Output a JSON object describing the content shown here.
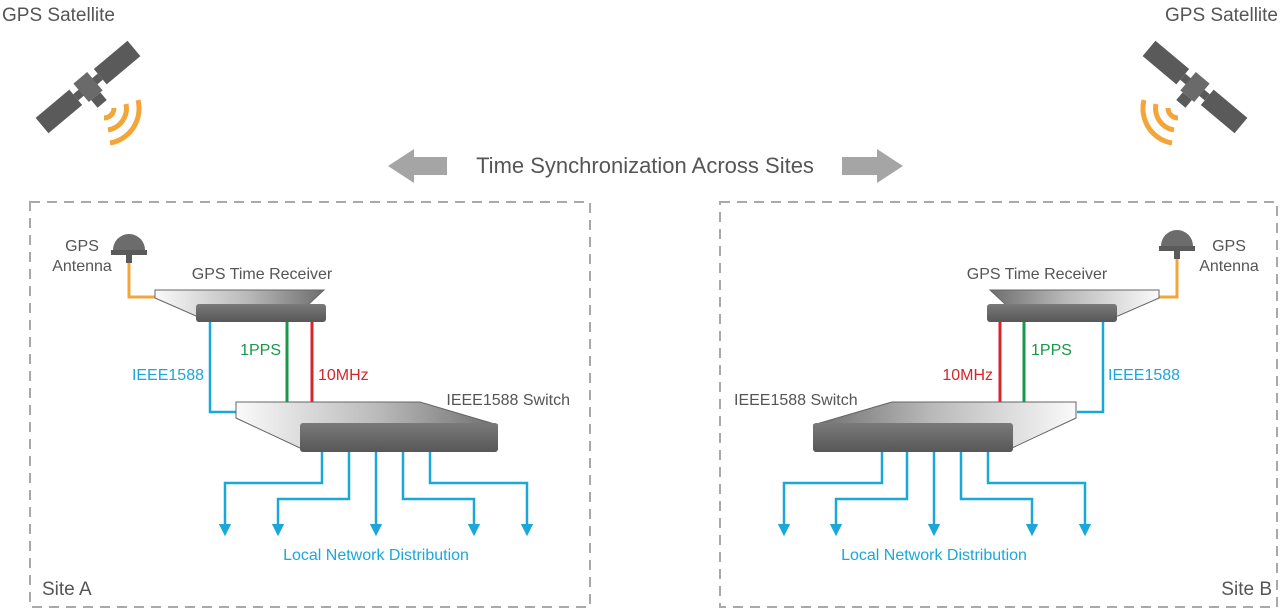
{
  "colors": {
    "cyan": "#1aa7d9",
    "green": "#17984a",
    "red": "#d4262b",
    "orange": "#f4a53a",
    "gray": "#5a5a5a",
    "text": "#555555",
    "dash": "#a9a9a9"
  },
  "icons": {
    "satellite": "satellite-icon",
    "signal": "signal-waves-icon",
    "antenna": "gps-antenna-icon",
    "arrow": "double-arrow-icon"
  },
  "header": {
    "banner": "Time Synchronization Across Sites"
  },
  "siteA": {
    "satellite_label": "GPS Satellite",
    "antenna_label_line1": "GPS",
    "antenna_label_line2": "Antenna",
    "receiver_label": "GPS Time Receiver",
    "switch_label": "IEEE1588 Switch",
    "link_ieee": "IEEE1588",
    "link_pps": "1PPS",
    "link_10mhz": "10MHz",
    "distribution_label": "Local Network Distribution",
    "site_label": "Site A"
  },
  "siteB": {
    "satellite_label": "GPS Satellite",
    "antenna_label_line1": "GPS",
    "antenna_label_line2": "Antenna",
    "receiver_label": "GPS Time Receiver",
    "switch_label": "IEEE1588 Switch",
    "link_ieee": "IEEE1588",
    "link_pps": "1PPS",
    "link_10mhz": "10MHz",
    "distribution_label": "Local Network Distribution",
    "site_label": "Site B"
  }
}
